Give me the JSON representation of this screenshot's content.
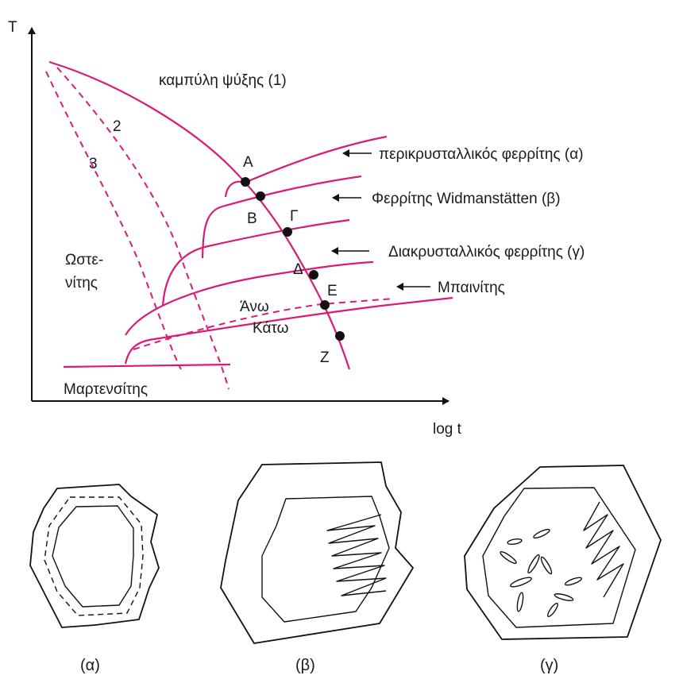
{
  "diagram": {
    "axes": {
      "y_label": "T",
      "x_label": "log t"
    },
    "cooling_curves": {
      "curve1_label": "καμπύλη ψύξης (1)",
      "curve2_label": "2",
      "curve3_label": "3"
    },
    "points": [
      "A",
      "B",
      "Γ",
      "Δ",
      "E",
      "Z"
    ],
    "products": {
      "alpha": "περικρυσταλλικός φερρίτης  (α)",
      "beta": "Φερρίτης Widmanstätten (β)",
      "gamma": "Διακρυσταλλικός φερρίτης (γ)",
      "bainite": "Μπαινίτης"
    },
    "regions": {
      "austenite_line1": "Ωστε-",
      "austenite_line2": "νίτης",
      "upper": "Άνω",
      "lower": "Κάτω",
      "martensite": "Μαρτενσίτης"
    },
    "grain_captions": [
      "(α)",
      "(β)",
      "(γ)"
    ]
  }
}
